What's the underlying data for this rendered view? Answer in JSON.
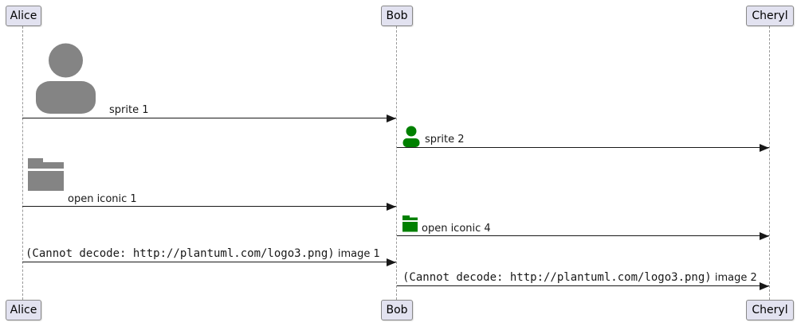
{
  "diagram_type": "sequence-diagram",
  "participants": [
    {
      "name": "Alice"
    },
    {
      "name": "Bob"
    },
    {
      "name": "Cheryl"
    }
  ],
  "messages": [
    {
      "from": "Alice",
      "to": "Bob",
      "label": "sprite 1",
      "icon": "person-sprite-large-gray"
    },
    {
      "from": "Bob",
      "to": "Cheryl",
      "label": "sprite 2",
      "icon": "person-sprite-small-green"
    },
    {
      "from": "Alice",
      "to": "Bob",
      "label": "open iconic 1",
      "icon": "folder-icon-large-gray"
    },
    {
      "from": "Bob",
      "to": "Cheryl",
      "label": "open iconic 4",
      "icon": "folder-icon-small-green"
    },
    {
      "from": "Alice",
      "to": "Bob",
      "label_mono": "(Cannot decode: http://plantuml.com/logo3.png)",
      "label": " image 1"
    },
    {
      "from": "Bob",
      "to": "Cheryl",
      "label_mono": "(Cannot decode: http://plantuml.com/logo3.png)",
      "label": " image 2"
    }
  ],
  "colors": {
    "participant_fill": "#E2E2F0",
    "participant_border": "#888888",
    "lifeline": "#999999",
    "arrow": "#181818",
    "sprite_gray": "#848484",
    "sprite_green": "#008000"
  }
}
